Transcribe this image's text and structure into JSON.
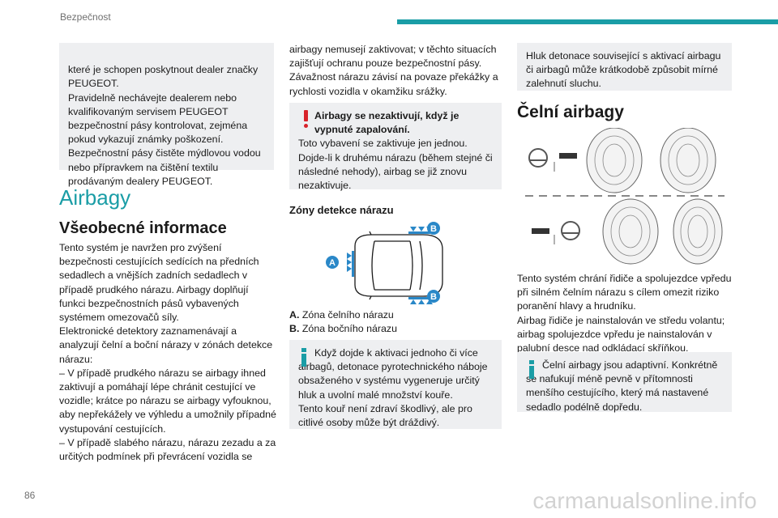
{
  "header": {
    "section": "Bezpečnost"
  },
  "footer": {
    "page_number": "86",
    "watermark": "carmanualsonline.info"
  },
  "col1": {
    "box_text": "které je schopen poskytnout dealer značky PEUGEOT.\nPravidelně nechávejte dealerem nebo kvalifikovaným servisem PEUGEOT bezpečnostní pásy kontrolovat, zejména pokud vykazují známky poškození.\nBezpečnostní pásy čistěte mýdlovou vodou nebo přípravkem na čištění textilu prodávaným dealery PEUGEOT.",
    "title": "Airbagy",
    "subtitle": "Všeobecné informace",
    "body": "Tento systém je navržen pro zvýšení bezpečnosti cestujících sedících na předních sedadlech a vnějších zadních sedadlech v případě prudkého nárazu. Airbagy doplňují funkci bezpečnostních pásů vybavených systémem omezovačů síly.\nElektronické detektory zaznamenávají a analyzují čelní a boční nárazy v zónách detekce nárazu:\n–  V případě prudkého nárazu se airbagy ihned zaktivují a pomáhají lépe chránit cestující ve vozidle; krátce po nárazu se airbagy vyfouknou, aby nepřekážely ve výhledu a umožnily případné vystupování cestujících.\n–  V případě slabého nárazu, nárazu zezadu a za určitých podmínek při převrácení vozidla se"
  },
  "col2": {
    "top_text": "airbagy nemusejí zaktivovat; v těchto situacích zajišťují ochranu pouze bezpečnostní pásy.\nZávažnost nárazu závisí na povaze překážky a rychlosti vozidla v okamžiku srážky.",
    "warning_title": "Airbagy se nezaktivují, když je vypnuté zapalování.",
    "warning_body": "Toto vybavení se zaktivuje jen jednou.\nDojde-li k druhému nárazu (během stejné či následné nehody), airbag se již znovu nezaktivuje.",
    "zones_title": "Zóny detekce nárazu",
    "diagram_label_a": "A",
    "diagram_label_b1": "B",
    "diagram_label_b2": "B",
    "legend_a_key": "A.",
    "legend_a": "Zóna čelního nárazu",
    "legend_b_key": "B.",
    "legend_b": "Zóna bočního nárazu",
    "info_text": "Když dojde k aktivaci jednoho či více airbagů, detonace pyrotechnického náboje obsaženého v systému vygeneruje určitý hluk a uvolní malé množství kouře.\nTento kouř není zdraví škodlivý, ale pro citlivé osoby může být dráždivý."
  },
  "col3": {
    "box_text": "Hluk detonace související s aktivací airbagu či airbagů může krátkodobě způsobit mírné zalehnutí sluchu.",
    "title": "Čelní airbagy",
    "body": "Tento systém chrání řidiče a spolujezdce vpředu při silném čelním nárazu s cílem omezit riziko poranění hlavy a hrudníku.\nAirbag řidiče je nainstalován ve středu volantu; airbag spolujezdce vpředu je nainstalován v palubní desce nad odkládací skříňkou.",
    "info_text": "Čelní airbagy jsou adaptivní. Konkrétně se nafukují méně pevně v přítomnosti menšího cestujícího, který má nastavené sedadlo podélně dopředu."
  },
  "colors": {
    "accent": "#1a9da6",
    "warning": "#d8232a",
    "box_bg": "#eeeff1",
    "diagram_blue": "#2a88c8"
  }
}
